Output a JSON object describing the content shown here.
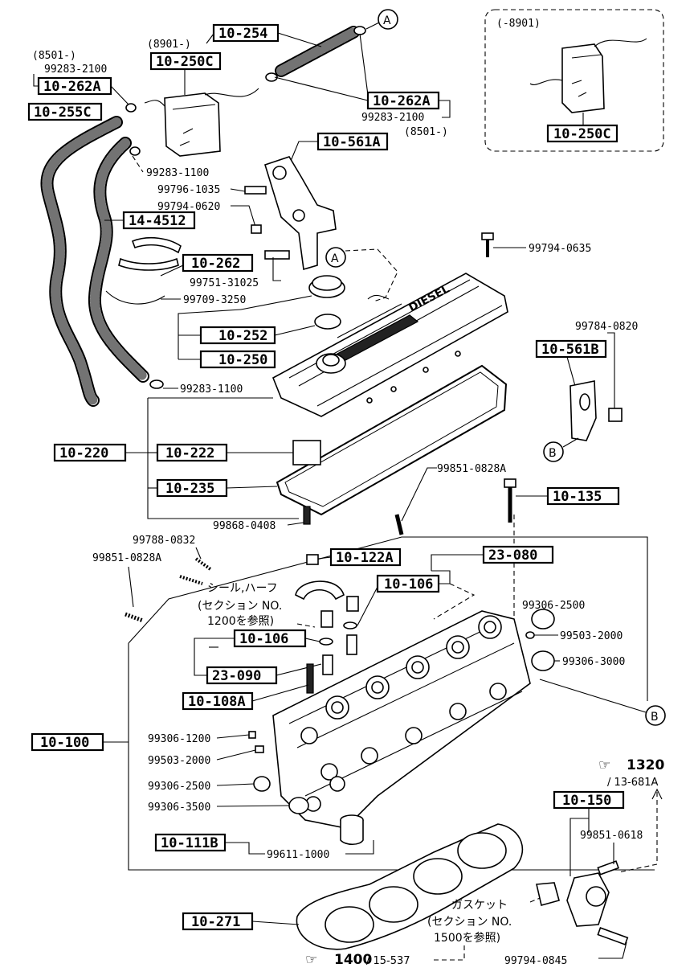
{
  "callout_A": "A",
  "callout_B": "B",
  "inset": {
    "range": "(-8901)",
    "part": "10-250C"
  },
  "date_labels": {
    "d8901": "(8901-)",
    "d8501_left": "(8501-)",
    "d8501_right": "(8501-)"
  },
  "boxes": {
    "b10_254": "10-254",
    "b10_250C": "10-250C",
    "b10_262A_left": "10-262A",
    "b10_262A_right": "10-262A",
    "b10_255C": "10-255C",
    "b10_561A": "10-561A",
    "b14_4512": "14-4512",
    "b10_262": "10-262",
    "b10_252": "10-252",
    "b10_250": "10-250",
    "b10_561B": "10-561B",
    "b10_220": "10-220",
    "b10_222": "10-222",
    "b10_235": "10-235",
    "b10_135": "10-135",
    "b10_122A": "10-122A",
    "b23_080": "23-080",
    "b10_106_a": "10-106",
    "b10_106_b": "10-106",
    "b23_090": "23-090",
    "b10_108A": "10-108A",
    "b10_100": "10-100",
    "b10_111B": "10-111B",
    "b10_150": "10-150",
    "b10_271": "10-271"
  },
  "labels": {
    "p99283_2100_left": "99283-2100",
    "p99283_2100_right": "99283-2100",
    "p99283_1100_top": "99283-1100",
    "p99796_1035": "99796-1035",
    "p99794_0620": "99794-0620",
    "p99794_0635": "99794-0635",
    "p99751_31025": "99751-31025",
    "p99709_3250": "99709-3250",
    "p99784_0820": "99784-0820",
    "p99283_1100_bottom": "99283-1100",
    "p99851_0828A_right": "99851-0828A",
    "p99868_0408": "99868-0408",
    "p99788_0832": "99788-0832",
    "p99851_0828A_left": "99851-0828A",
    "p99306_2500_right": "99306-2500",
    "p99503_2000_right": "99503-2000",
    "p99306_3000": "99306-3000",
    "p99306_1200": "99306-1200",
    "p99503_2000_left": "99503-2000",
    "p99306_2500_left": "99306-2500",
    "p99306_3500": "99306-3500",
    "p99611_1000": "99611-1000",
    "p99851_0618": "99851-0618",
    "p99794_0845": "99794-0845"
  },
  "notes": {
    "seal_line1": "シール,ハーフ",
    "seal_line2": "(セクション NO.",
    "seal_line3": "1200を参照)",
    "gasket_line1": "ガスケット",
    "gasket_line2": "(セクション NO.",
    "gasket_line3": "1500を参照)"
  },
  "refs": {
    "r1320": "1320",
    "r1320_sub": "/ 13-681A",
    "r1400": "1400",
    "r1400_sub": "/ 15-537"
  },
  "embossed": "DIESEL"
}
